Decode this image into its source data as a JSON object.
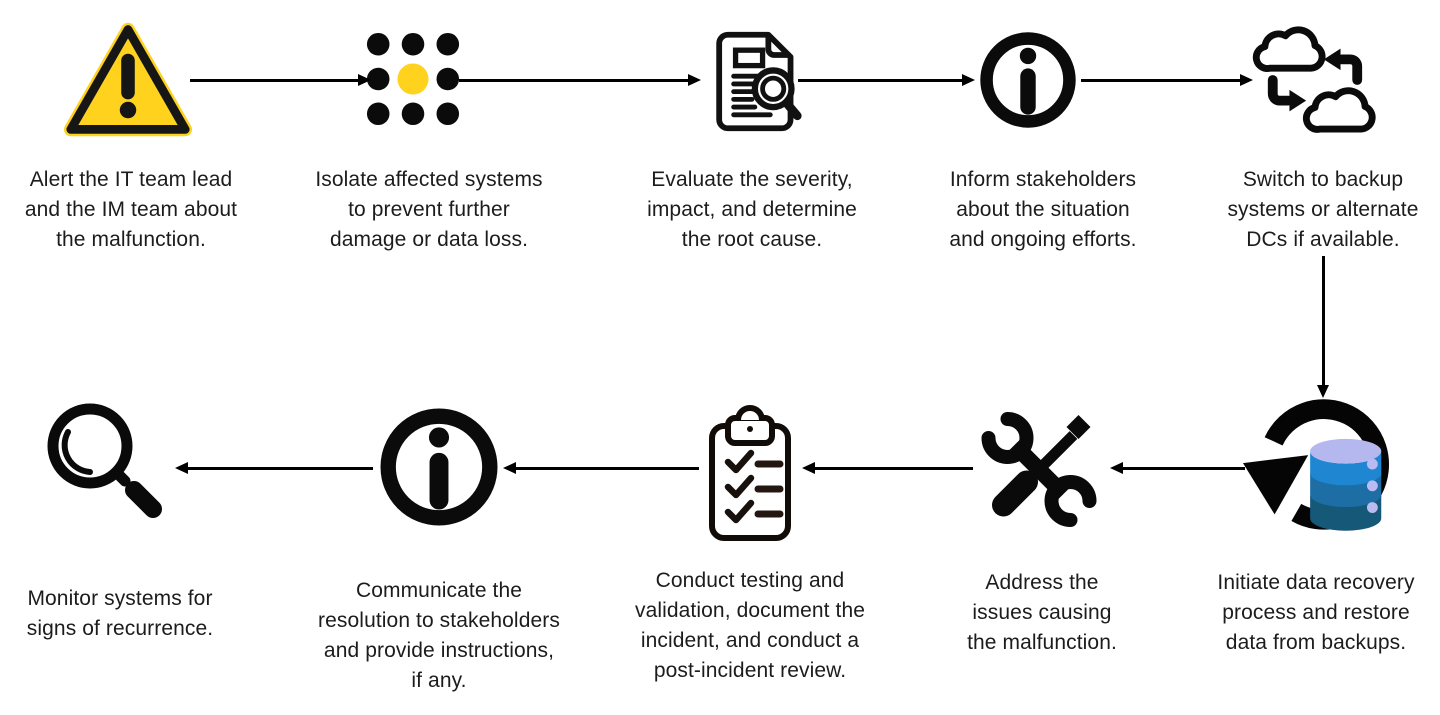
{
  "diagram": {
    "colors": {
      "accent_yellow": "#FFD21E",
      "outline_black": "#111111",
      "db_top": "#b5b7ef",
      "db_band1": "#1f87d2",
      "db_band2": "#1e6ea6",
      "db_band3": "#165877",
      "db_dots": "#b9bbf2",
      "text": "#1c1c1c"
    },
    "steps": [
      {
        "id": 1,
        "icon": "warning-triangle-icon",
        "caption": "Alert the IT team lead\nand the IM team about\nthe malfunction."
      },
      {
        "id": 2,
        "icon": "isolate-dots-icon",
        "caption": "Isolate affected systems\nto prevent further\ndamage or data loss."
      },
      {
        "id": 3,
        "icon": "evaluate-document-icon",
        "caption": "Evaluate the severity,\nimpact, and determine\nthe root cause."
      },
      {
        "id": 4,
        "icon": "info-circle-icon",
        "caption": "Inform stakeholders\nabout the situation\nand ongoing efforts."
      },
      {
        "id": 5,
        "icon": "backup-clouds-icon",
        "caption": "Switch to backup\nsystems or alternate\nDCs if available."
      },
      {
        "id": 6,
        "icon": "data-recovery-icon",
        "caption": "Initiate data recovery\nprocess and restore\ndata from backups."
      },
      {
        "id": 7,
        "icon": "repair-tools-icon",
        "caption": "Address the\nissues causing\nthe malfunction."
      },
      {
        "id": 8,
        "icon": "checklist-clipboard-icon",
        "caption": "Conduct testing and\nvalidation, document the\nincident, and conduct a\npost-incident review."
      },
      {
        "id": 9,
        "icon": "info-circle-icon",
        "caption": "Communicate the\nresolution to stakeholders\nand provide instructions,\nif any."
      },
      {
        "id": 10,
        "icon": "monitor-magnifier-icon",
        "caption": "Monitor systems for\nsigns of recurrence."
      }
    ],
    "arrows": [
      {
        "from": 1,
        "to": 2,
        "direction": "right"
      },
      {
        "from": 2,
        "to": 3,
        "direction": "right"
      },
      {
        "from": 3,
        "to": 4,
        "direction": "right"
      },
      {
        "from": 4,
        "to": 5,
        "direction": "right"
      },
      {
        "from": 5,
        "to": 6,
        "direction": "down"
      },
      {
        "from": 6,
        "to": 7,
        "direction": "left"
      },
      {
        "from": 7,
        "to": 8,
        "direction": "left"
      },
      {
        "from": 8,
        "to": 9,
        "direction": "left"
      },
      {
        "from": 9,
        "to": 10,
        "direction": "left"
      }
    ]
  }
}
